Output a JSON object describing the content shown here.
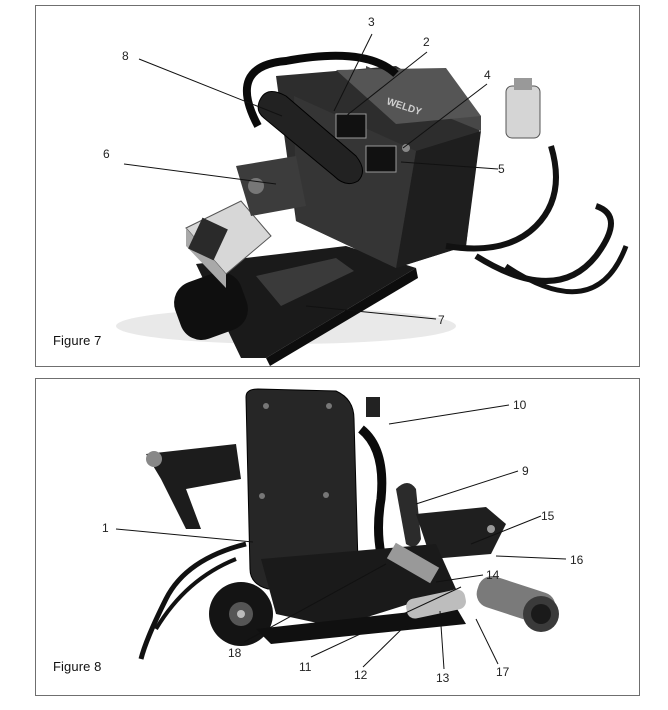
{
  "figures": [
    {
      "caption": "Figure 7",
      "callouts": [
        "3",
        "2",
        "8",
        "4",
        "6",
        "5",
        "7"
      ]
    },
    {
      "caption": "Figure 8",
      "callouts": [
        "10",
        "9",
        "1",
        "15",
        "16",
        "14",
        "18",
        "11",
        "12",
        "13",
        "17"
      ]
    }
  ],
  "logo_text": "WELDY"
}
